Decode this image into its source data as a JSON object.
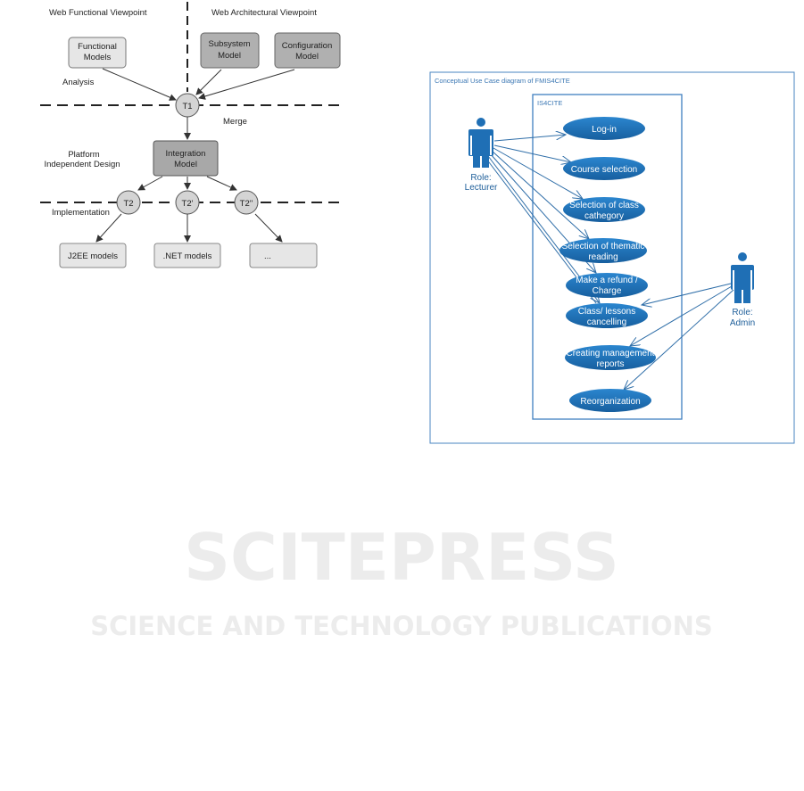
{
  "watermark": {
    "main": "SCITEPRESS",
    "sub": "SCIENCE AND TECHNOLOGY PUBLICATIONS"
  },
  "left_diagram": {
    "viewpoint_functional": "Web Functional Viewpoint",
    "viewpoint_architectural": "Web Architectural Viewpoint",
    "functional_models": [
      "Functional",
      "Models"
    ],
    "subsystem_model": [
      "Subsystem",
      "Model"
    ],
    "configuration_model": [
      "Configuration",
      "Model"
    ],
    "analysis": "Analysis",
    "t1": "T1",
    "merge": "Merge",
    "platform": [
      "Platform",
      "Independent Design"
    ],
    "integration_model": [
      "Integration",
      "Model"
    ],
    "t2": "T2",
    "t2p": "T2'",
    "t2pp": "T2''",
    "implementation": "Implementation",
    "j2ee": "J2EE models",
    "dotnet": ".NET models",
    "other": "..."
  },
  "right_diagram": {
    "title": "Conceptual Use Case diagram of FMIS4CITE",
    "system": "IS4CITE",
    "lecturer": [
      "Role:",
      "Lecturer"
    ],
    "admin": [
      "Role:",
      "Admin"
    ],
    "use_cases": [
      [
        "Log-in"
      ],
      [
        "Course selection"
      ],
      [
        "Selection of class",
        "cathegory"
      ],
      [
        "Selection of thematic",
        "reading"
      ],
      [
        "Make a refund /",
        "Charge"
      ],
      [
        "Class/ lessons",
        "cancelling"
      ],
      [
        "Creating management",
        "reports"
      ],
      [
        "Reorganization"
      ]
    ],
    "colors": {
      "accent": "#1f6fb5",
      "border": "#4a86c0"
    }
  }
}
